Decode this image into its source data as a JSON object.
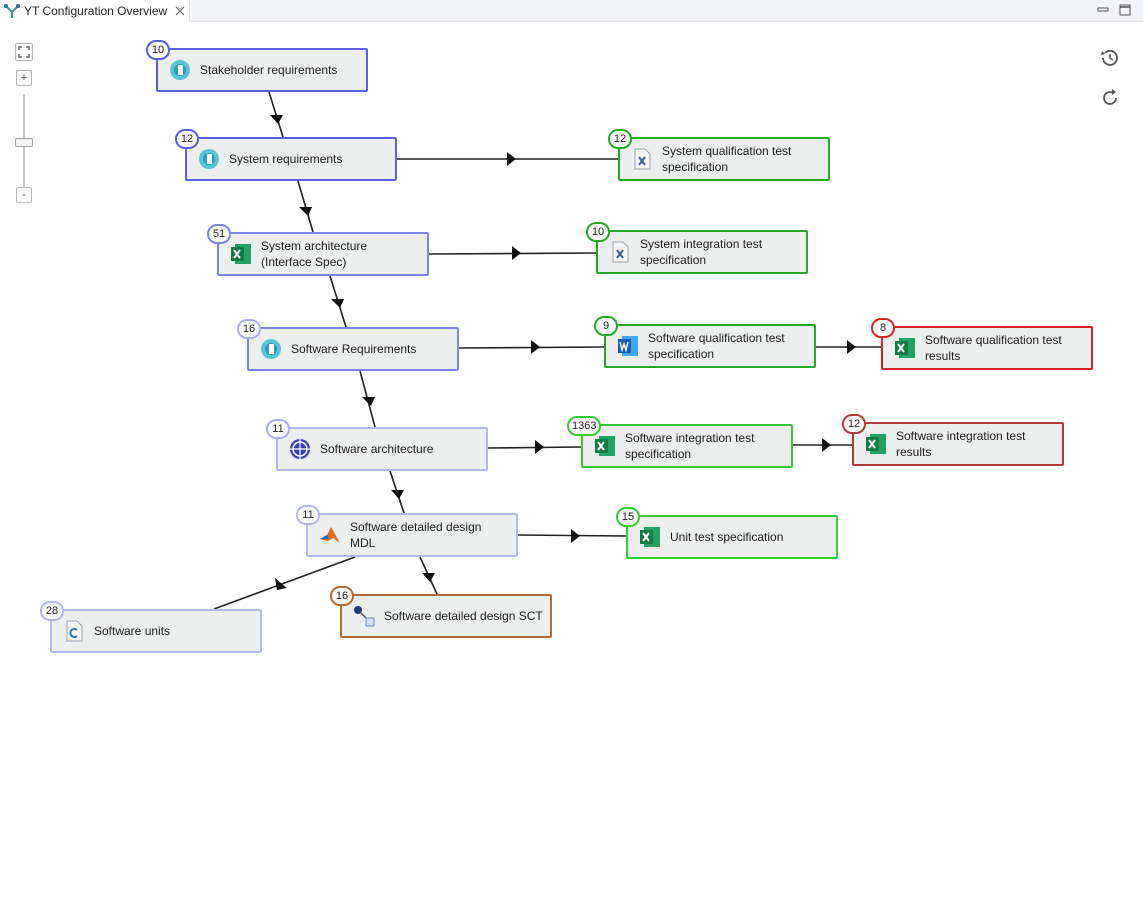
{
  "tab": {
    "title": "YT Configuration Overview",
    "icon": "yt-logo-icon",
    "close_icon": "close-icon"
  },
  "window_buttons": [
    "minimize-icon",
    "maximize-icon"
  ],
  "zoom": {
    "fit_icon": "fit-to-screen-icon",
    "plus": "+",
    "minus": "-",
    "level": 0.5
  },
  "toolbar": {
    "history_icon": "history-icon",
    "refresh_icon": "refresh-icon"
  },
  "colors": {
    "requirements": "#5a5ee0",
    "test_spec": "#22aa22",
    "test_results": "#d42424",
    "design": "#b66a33"
  },
  "nodes": {
    "stakeholder": {
      "count": "10",
      "label": "Stakeholder requirements",
      "icon": "requirements-icon"
    },
    "sysreq": {
      "count": "12",
      "label": "System requirements",
      "icon": "requirements-icon"
    },
    "sysqual": {
      "count": "12",
      "label": "System qualification test specification",
      "icon": "xml-file-icon"
    },
    "sysarch": {
      "count": "51",
      "label": "System architecture (Interface Spec)",
      "icon": "excel-icon"
    },
    "sysint": {
      "count": "10",
      "label": "System integration test specification",
      "icon": "xml-file-icon"
    },
    "swreq": {
      "count": "16",
      "label": "Software Requirements",
      "icon": "requirements-icon"
    },
    "swqual": {
      "count": "9",
      "label": "Software qualification test specification",
      "icon": "word-icon"
    },
    "swqualres": {
      "count": "8",
      "label": "Software qualification test results",
      "icon": "excel-icon"
    },
    "swarch": {
      "count": "11",
      "label": "Software architecture",
      "icon": "architecture-icon"
    },
    "swint": {
      "count": "1363",
      "label": "Software integration test specification",
      "icon": "excel-icon"
    },
    "swintres": {
      "count": "12",
      "label": "Software integration test results",
      "icon": "excel-icon"
    },
    "swdd": {
      "count": "11",
      "label": "Software detailed design MDL",
      "icon": "matlab-icon"
    },
    "unittest": {
      "count": "15",
      "label": "Unit test specification",
      "icon": "excel-icon"
    },
    "swunits": {
      "count": "28",
      "label": "Software units",
      "icon": "c-source-icon"
    },
    "swddsct": {
      "count": "16",
      "label": "Software detailed design SCT",
      "icon": "statechart-icon"
    }
  }
}
